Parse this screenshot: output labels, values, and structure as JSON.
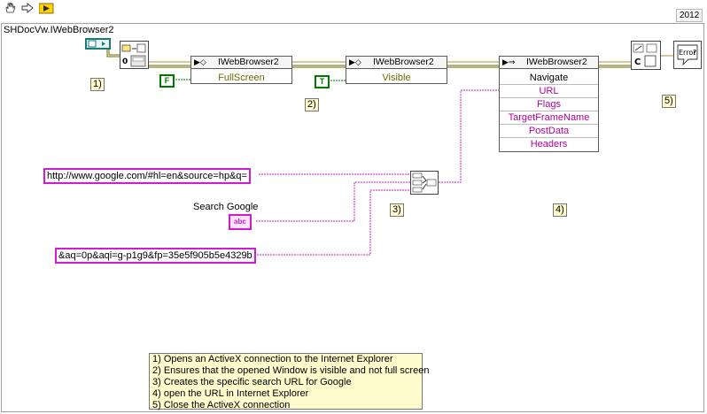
{
  "version": "2012",
  "frame_title": "SHDocVw.IWebBrowser2",
  "nodes": {
    "fullscreen_property": {
      "class": "IWebBrowser2",
      "property": "FullScreen"
    },
    "visible_property": {
      "class": "IWebBrowser2",
      "property": "Visible"
    },
    "navigate_method": {
      "class": "IWebBrowser2",
      "method": "Navigate",
      "inputs": [
        "URL",
        "Flags",
        "TargetFrameName",
        "PostData",
        "Headers"
      ]
    }
  },
  "constants": {
    "fullscreen_value": "F",
    "visible_value": "T",
    "url_prefix": "http://www.google.com/#hl=en&source=hp&q=",
    "search_label": "Search Google",
    "search_indicator": "abc",
    "url_suffix": "&aq=0p&aqi=g-p1g9&fp=35e5f905b5e4329b"
  },
  "labels": [
    "1)",
    "2)",
    "3)",
    "4)",
    "5)"
  ],
  "notes": [
    "1) Opens an ActiveX connection to the Internet Explorer",
    "2) Ensures that the opened Window is visible and not full screen",
    "3) Creates the specific search URL for Google",
    "4) open the URL in Internet Explorer",
    "5) Close the ActiveX connection"
  ],
  "icons": [
    "hand-tool-icon",
    "arrow-run-icon",
    "run-continuous-icon"
  ],
  "colors": {
    "refnum_wire": "#6b6b00",
    "string_wire": "#d21ad2",
    "bool_wire": "#007a00",
    "notes_bg": "#fffbcc"
  }
}
